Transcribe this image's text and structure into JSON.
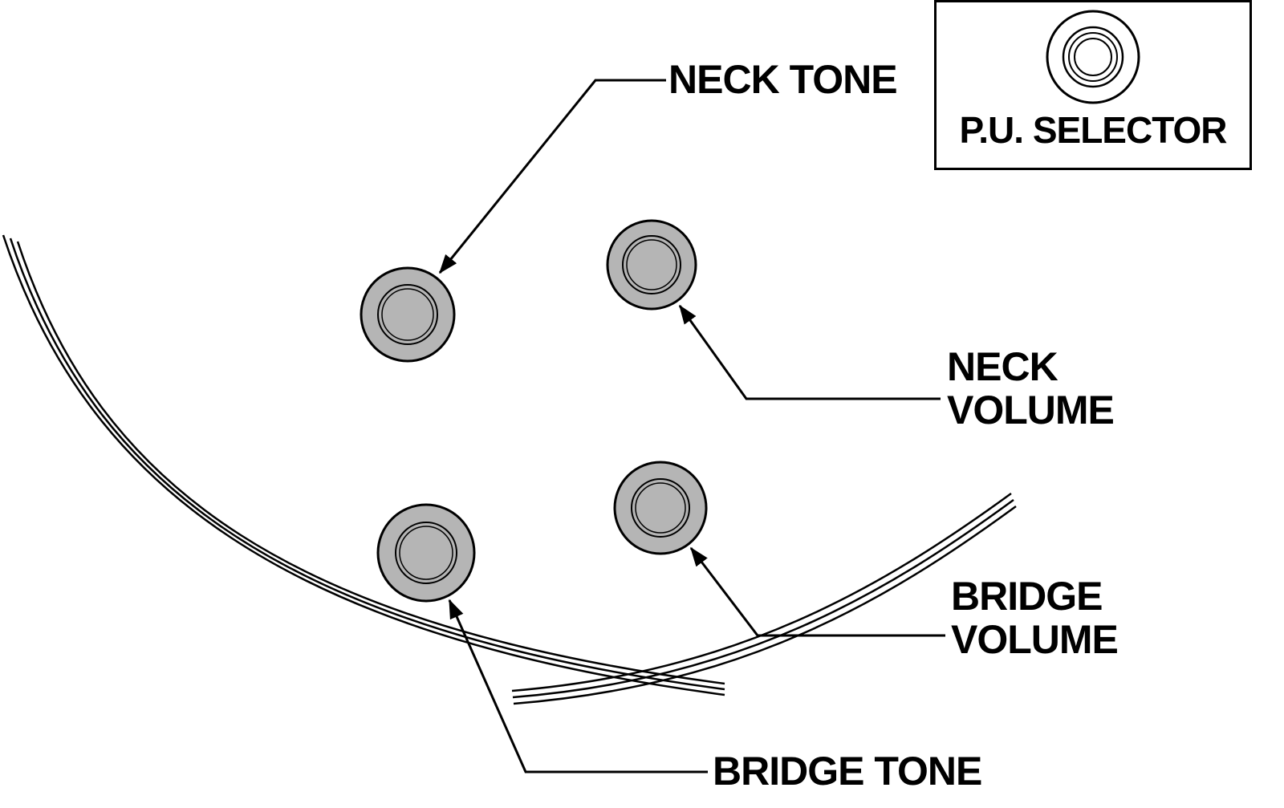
{
  "diagram": {
    "type": "guitar-controls-diagram",
    "colors": {
      "background": "#ffffff",
      "line": "#000000",
      "knob_fill": "#b5b5b5"
    },
    "labels": {
      "neck_tone": "NECK TONE",
      "neck_volume_line1": "NECK",
      "neck_volume_line2": "VOLUME",
      "bridge_volume_line1": "BRIDGE",
      "bridge_volume_line2": "VOLUME",
      "bridge_tone": "BRIDGE TONE",
      "pu_selector": "P.U. SELECTOR"
    },
    "knobs": [
      {
        "id": "neck-tone",
        "label": "NECK TONE"
      },
      {
        "id": "neck-volume",
        "label": "NECK VOLUME"
      },
      {
        "id": "bridge-volume",
        "label": "BRIDGE VOLUME"
      },
      {
        "id": "bridge-tone",
        "label": "BRIDGE TONE"
      }
    ],
    "icons": {
      "pu_selector_knob": "knob-top-view-icon"
    }
  }
}
